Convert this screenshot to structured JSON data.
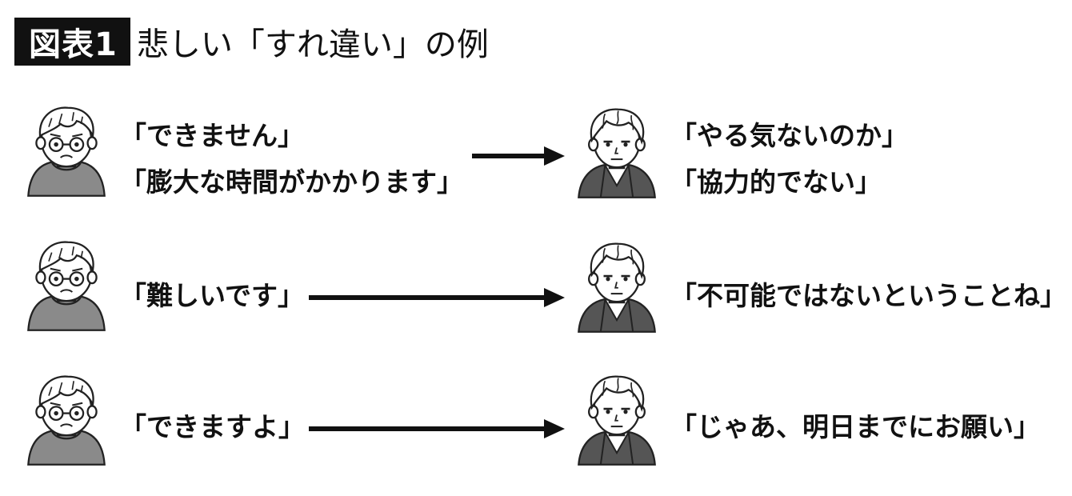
{
  "header": {
    "badge": "図表1",
    "title": "悲しい「すれ違い」の例"
  },
  "rows": [
    {
      "subordinate": [
        "「できません」",
        "「膨大な時間がかかります」"
      ],
      "boss": [
        "「やる気ないのか」",
        "「協力的でない」"
      ]
    },
    {
      "subordinate": [
        "「難しいです」"
      ],
      "boss": [
        "「不可能ではないということね」"
      ]
    },
    {
      "subordinate": [
        "「できますよ」"
      ],
      "boss": [
        "「じゃあ、明日までにお願い」"
      ]
    }
  ]
}
